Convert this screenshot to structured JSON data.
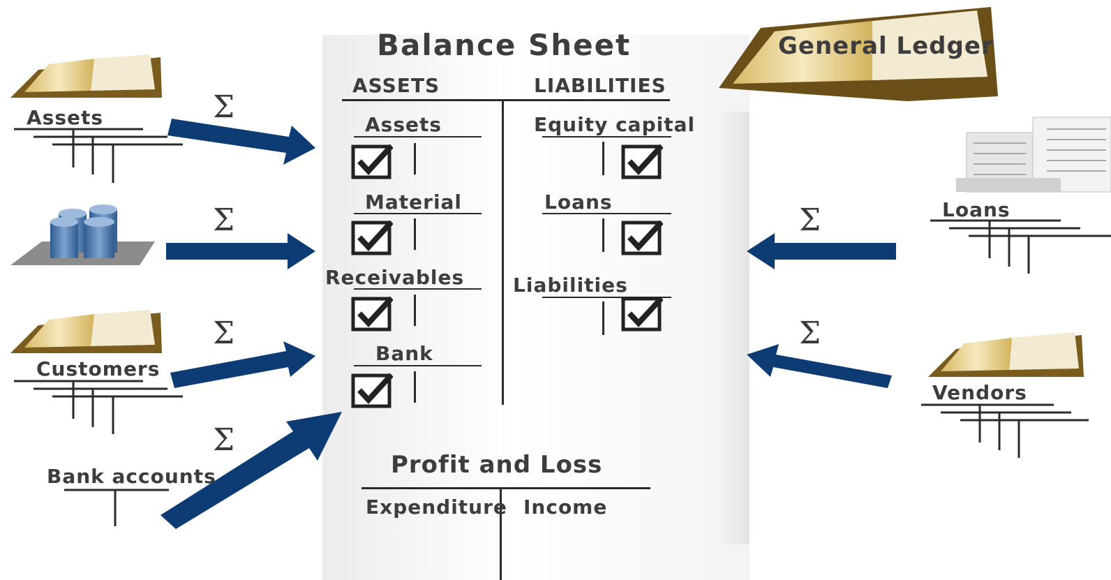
{
  "balance_sheet": {
    "title": "Balance Sheet",
    "assets_header": "ASSETS",
    "liabilities_header": "LIABILITIES",
    "asset_accounts": [
      "Assets",
      "Material",
      "Receivables",
      "Bank"
    ],
    "liability_accounts": [
      "Equity capital",
      "Loans",
      "Liabilities"
    ]
  },
  "profit_and_loss": {
    "title": "Profit and Loss",
    "expenditure": "Expenditure",
    "income": "Income"
  },
  "general_ledger": {
    "label": "General Ledger"
  },
  "left_sources": {
    "assets": "Assets",
    "customers": "Customers",
    "bank_accounts": "Bank accounts"
  },
  "right_sources": {
    "loans": "Loans",
    "vendors": "Vendors"
  },
  "sigma_symbol": "Σ",
  "colors": {
    "arrow": "#0d3b73",
    "text": "#3d3d3d",
    "book_page": "#f1e0a8"
  }
}
